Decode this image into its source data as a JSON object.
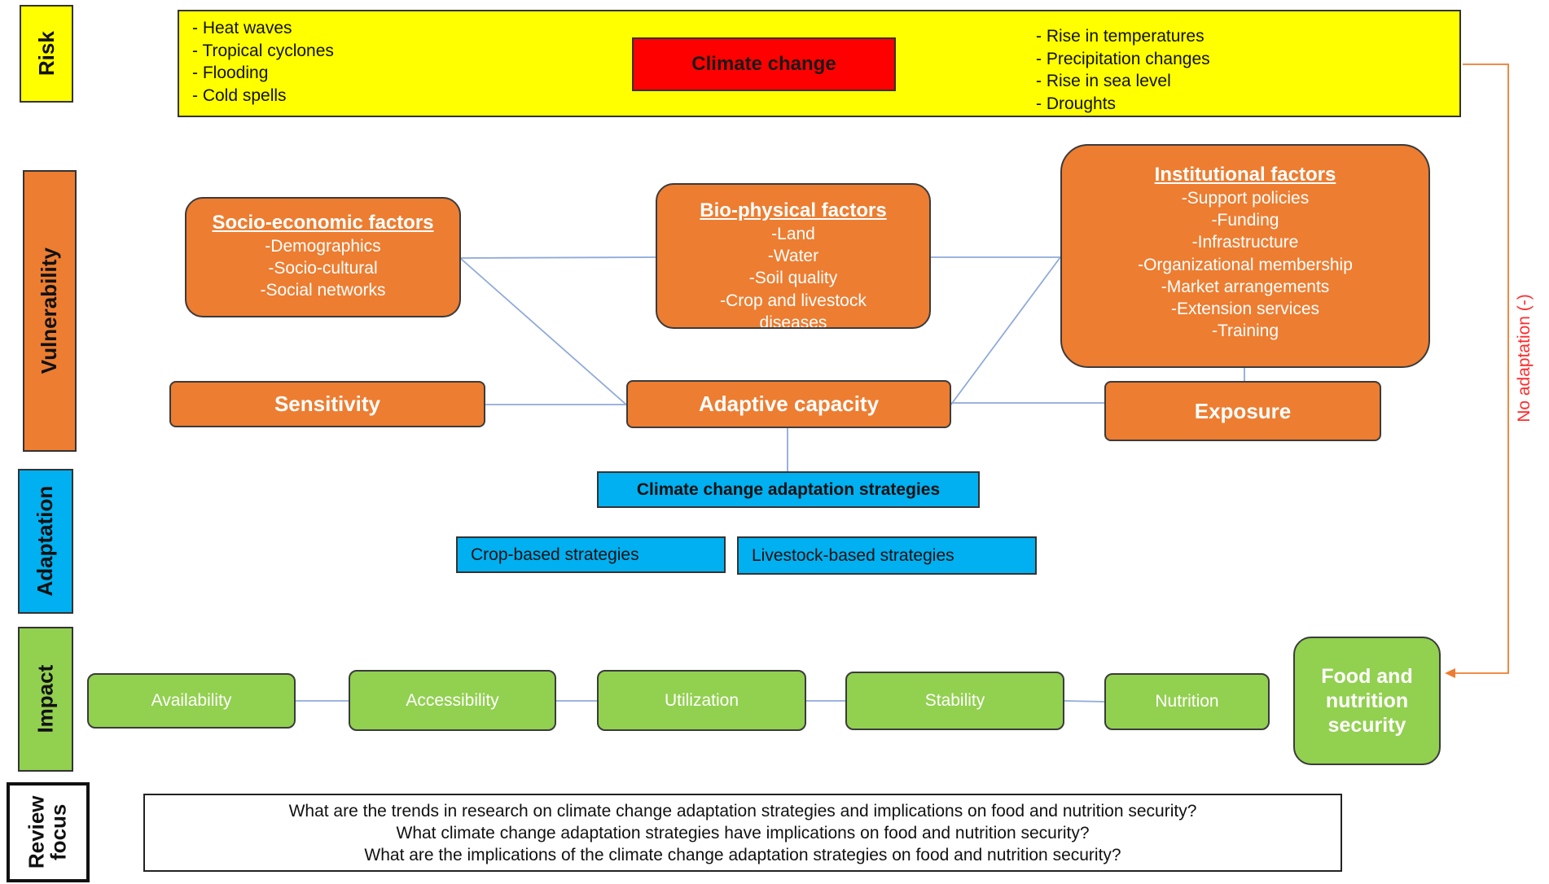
{
  "rows": {
    "risk": "Risk",
    "vulnerability": "Vulnerability",
    "adaptation": "Adaptation",
    "impact": "Impact",
    "review_focus_line1": "Review",
    "review_focus_line2": "focus"
  },
  "risk": {
    "left_items": [
      "- Heat waves",
      "- Tropical cyclones",
      "- Flooding",
      "- Cold spells"
    ],
    "center": "Climate change",
    "right_items": [
      "- Rise in temperatures",
      "- Precipitation changes",
      "- Rise in sea level",
      "- Droughts"
    ]
  },
  "vulnerability": {
    "socio_economic": {
      "title": "Socio-economic factors",
      "items": [
        "-Demographics",
        "-Socio-cultural",
        "-Social networks"
      ]
    },
    "bio_physical": {
      "title": "Bio-physical factors",
      "items": [
        "-Land",
        "-Water",
        "-Soil quality",
        "-Crop and livestock",
        "diseases"
      ]
    },
    "institutional": {
      "title": "Institutional factors",
      "items": [
        "-Support policies",
        "-Funding",
        "-Infrastructure",
        "-Organizational membership",
        "-Market arrangements",
        "-Extension services",
        "-Training"
      ]
    },
    "sensitivity": "Sensitivity",
    "adaptive_capacity": "Adaptive capacity",
    "exposure": "Exposure"
  },
  "adaptation": {
    "strategies": "Climate change adaptation strategies",
    "crop": "Crop-based strategies",
    "livestock": "Livestock-based strategies"
  },
  "impact": {
    "availability": "Availability",
    "accessibility": "Accessibility",
    "utilization": "Utilization",
    "stability": "Stability",
    "nutrition": "Nutrition",
    "fns_lines": [
      "Food and",
      "nutrition",
      "security"
    ]
  },
  "no_adaptation": "No adaptation (-)",
  "review": {
    "questions": [
      "What are the trends in research on climate change adaptation strategies and implications on food and nutrition security?",
      "What climate change adaptation strategies have implications on food and nutrition security?",
      "What are the implications of the climate change adaptation strategies on food and nutrition security?"
    ]
  },
  "colors": {
    "risk_band": "#ffff00",
    "climate_change": "#ff0000",
    "vulnerability": "#ed7d31",
    "adaptation": "#00b0f0",
    "impact": "#92d050",
    "connector": "#8faadc",
    "no_adaptation_arrow": "#ed7d31"
  }
}
